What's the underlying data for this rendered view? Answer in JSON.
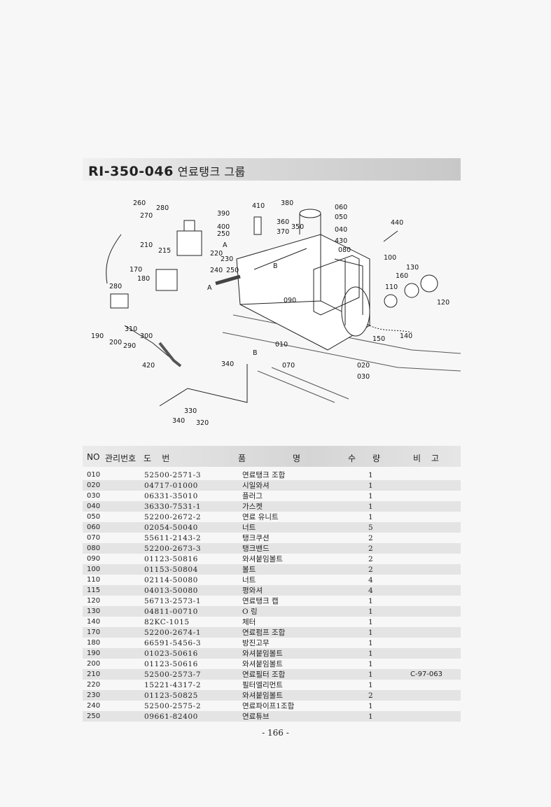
{
  "title": {
    "code": "RI-350-046",
    "name": "연료탱크 그룹"
  },
  "diagram": {
    "callouts": [
      "260",
      "280",
      "270",
      "390",
      "410",
      "380",
      "060",
      "050",
      "040",
      "360",
      "350",
      "370",
      "400",
      "250",
      "210",
      "215",
      "220",
      "A",
      "440",
      "430",
      "080",
      "100",
      "230",
      "240",
      "250",
      "B",
      "130",
      "160",
      "170",
      "180",
      "280",
      "A",
      "110",
      "120",
      "090",
      "140",
      "150",
      "310",
      "300",
      "190",
      "200",
      "290",
      "420",
      "010",
      "B",
      "340",
      "020",
      "070",
      "030",
      "330",
      "340",
      "320"
    ]
  },
  "table": {
    "headers": {
      "no": "NO",
      "mgmt": "관리번호",
      "drawing": "도    번",
      "name": "품",
      "name2": "명",
      "qty": "수",
      "qty2": "량",
      "remark": "비",
      "remark2": "고"
    },
    "rows": [
      {
        "no": "010",
        "pn": "52500-2571-3",
        "name": "연료탱크 조합",
        "qty": "1",
        "remark": ""
      },
      {
        "no": "020",
        "pn": "04717-01000",
        "name": "시일와셔",
        "qty": "1",
        "remark": ""
      },
      {
        "no": "030",
        "pn": "06331-35010",
        "name": "플러그",
        "qty": "1",
        "remark": ""
      },
      {
        "no": "040",
        "pn": "36330-7531-1",
        "name": "가스켓",
        "qty": "1",
        "remark": ""
      },
      {
        "no": "050",
        "pn": "52200-2672-2",
        "name": "연료 유니트",
        "qty": "1",
        "remark": ""
      },
      {
        "no": "060",
        "pn": "02054-50040",
        "name": "너트",
        "qty": "5",
        "remark": ""
      },
      {
        "no": "070",
        "pn": "55611-2143-2",
        "name": "탱크쿠션",
        "qty": "2",
        "remark": ""
      },
      {
        "no": "080",
        "pn": "52200-2673-3",
        "name": "탱크밴드",
        "qty": "2",
        "remark": ""
      },
      {
        "no": "090",
        "pn": "01123-50816",
        "name": "와셔붙임볼트",
        "qty": "2",
        "remark": ""
      },
      {
        "no": "100",
        "pn": "01153-50804",
        "name": "볼트",
        "qty": "2",
        "remark": ""
      },
      {
        "no": "110",
        "pn": "02114-50080",
        "name": "너트",
        "qty": "4",
        "remark": ""
      },
      {
        "no": "115",
        "pn": "04013-50080",
        "name": "평와셔",
        "qty": "4",
        "remark": ""
      },
      {
        "no": "120",
        "pn": "56713-2573-1",
        "name": "연료탱크 캡",
        "qty": "1",
        "remark": ""
      },
      {
        "no": "130",
        "pn": "04811-00710",
        "name": "O 링",
        "qty": "1",
        "remark": ""
      },
      {
        "no": "140",
        "pn": "82KC-1015",
        "name": "체터",
        "qty": "1",
        "remark": ""
      },
      {
        "no": "170",
        "pn": "52200-2674-1",
        "name": "연료펌프 조합",
        "qty": "1",
        "remark": ""
      },
      {
        "no": "180",
        "pn": "66591-5456-3",
        "name": "방진고무",
        "qty": "1",
        "remark": ""
      },
      {
        "no": "190",
        "pn": "01023-50616",
        "name": "와셔붙임볼트",
        "qty": "1",
        "remark": ""
      },
      {
        "no": "200",
        "pn": "01123-50616",
        "name": "와셔붙임볼트",
        "qty": "1",
        "remark": ""
      },
      {
        "no": "210",
        "pn": "52500-2573-7",
        "name": "연료필터 조합",
        "qty": "1",
        "remark": "C-97-063"
      },
      {
        "no": "220",
        "pn": "15221-4317-2",
        "name": "필터엘리먼트",
        "qty": "1",
        "remark": ""
      },
      {
        "no": "230",
        "pn": "01123-50825",
        "name": "와셔붙임볼트",
        "qty": "2",
        "remark": ""
      },
      {
        "no": "240",
        "pn": "52500-2575-2",
        "name": "연료파이프1조합",
        "qty": "1",
        "remark": ""
      },
      {
        "no": "250",
        "pn": "09661-82400",
        "name": "연료튜브",
        "qty": "1",
        "remark": ""
      }
    ]
  },
  "page_number": "- 166 -"
}
